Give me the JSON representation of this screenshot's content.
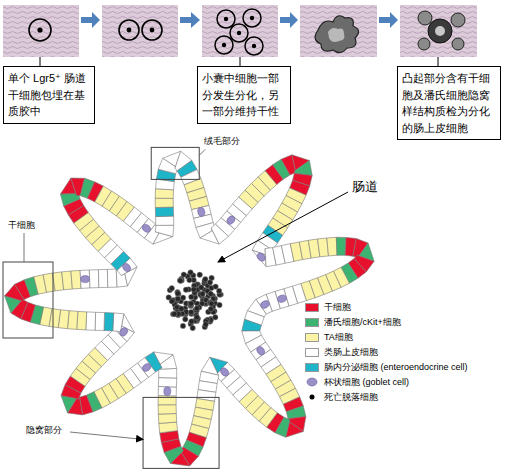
{
  "diagram": {
    "nodes": [
      {
        "text": [
          "单个 Lgr5⁺ 肠道干细胞包埋在基质胶中"
        ]
      },
      {
        "text": [
          "小囊中细胞一部分发生分化，另一部分维持干性"
        ]
      },
      {
        "text": [
          "凸起部分含有干细胞及潘氏细胞隐窝样结构质检为分化的肠上皮细胞"
        ]
      }
    ],
    "labels": [
      "肠道",
      "绒毛部分",
      "干细胞",
      "隐窝部分"
    ],
    "legend": [
      {
        "text": "干细胞",
        "color": "#e8112d"
      },
      {
        "text": "潘氏细胞/cKit+细胞",
        "color": "#3cb371"
      },
      {
        "text": "TA细胞",
        "color": "#fbf3a5"
      },
      {
        "text": "类肠上皮细胞",
        "color": "#ffffff"
      },
      {
        "text": "肠内分泌细胞 (enteroendocrine cell)",
        "color": "#1fb5c9"
      },
      {
        "text": "杯状细胞 (goblet cell)"
      },
      {
        "text": "死亡脱落细胞"
      }
    ]
  }
}
